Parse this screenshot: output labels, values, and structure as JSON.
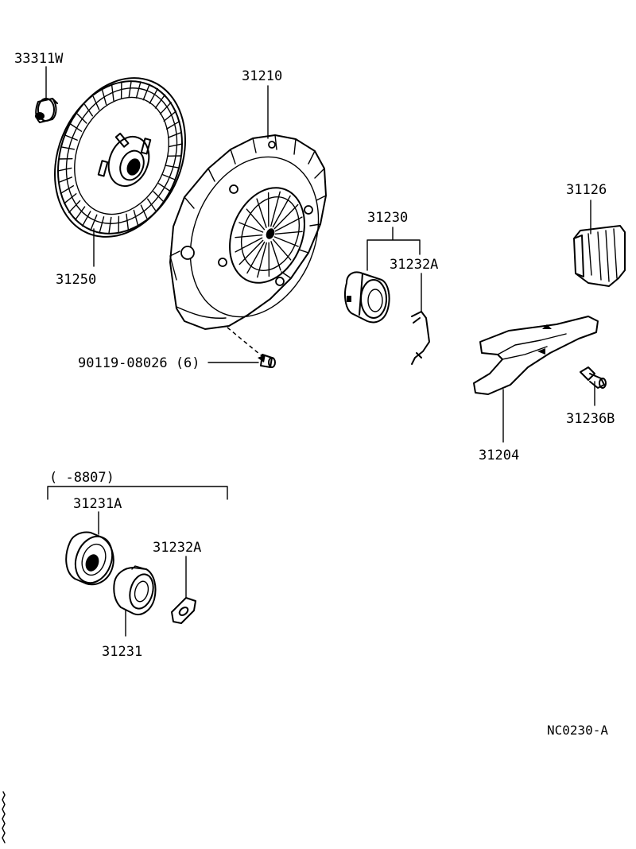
{
  "diagram": {
    "code": "NC0230-A",
    "date_range": "(       -8807)"
  },
  "parts": [
    {
      "key": "p33311w",
      "number": "33311W",
      "name_icon": "pilot-bearing-icon"
    },
    {
      "key": "p31250",
      "number": "31250",
      "name_icon": "clutch-disc-icon"
    },
    {
      "key": "p31210",
      "number": "31210",
      "name_icon": "pressure-plate-cover-icon"
    },
    {
      "key": "p90119",
      "number": "90119-08026 (6)",
      "name_icon": "bolt-icon"
    },
    {
      "key": "p31230",
      "number": "31230",
      "name_icon": "release-bearing-hub-icon"
    },
    {
      "key": "p31232a_top",
      "number": "31232A",
      "name_icon": "clip-icon"
    },
    {
      "key": "p31126",
      "number": "31126",
      "name_icon": "boot-icon"
    },
    {
      "key": "p31204",
      "number": "31204",
      "name_icon": "release-fork-icon"
    },
    {
      "key": "p31236b",
      "number": "31236B",
      "name_icon": "pivot-stud-icon"
    },
    {
      "key": "p31231a",
      "number": "31231A",
      "name_icon": "release-bearing-icon"
    },
    {
      "key": "p31232a_bottom",
      "number": "31232A",
      "name_icon": "clip-icon"
    },
    {
      "key": "p31231",
      "number": "31231",
      "name_icon": "bearing-hub-icon"
    }
  ]
}
